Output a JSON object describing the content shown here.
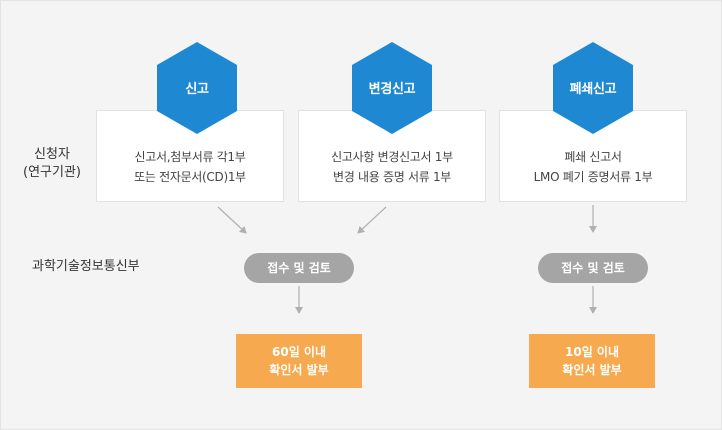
{
  "row_labels": {
    "applicant_line1": "신청자",
    "applicant_line2": "(연구기관)",
    "ministry": "과학기술정보통신부"
  },
  "columns": [
    {
      "hex_label": "신고",
      "box_line1": "신고서,첨부서류 각1부",
      "box_line2": "또는 전자문서(CD)1부"
    },
    {
      "hex_label": "변경신고",
      "box_line1": "신고사항 변경신고서 1부",
      "box_line2": "변경 내용 증명 서류 1부"
    },
    {
      "hex_label": "폐쇄신고",
      "box_line1": "폐쇄 신고서",
      "box_line2": "LMO 폐기 증명서류 1부"
    }
  ],
  "review": [
    {
      "label": "접수 및 검토"
    },
    {
      "label": "접수 및 검토"
    }
  ],
  "results": [
    {
      "line1": "60일 이내",
      "line2": "확인서 발부"
    },
    {
      "line1": "10일 이내",
      "line2": "확인서 발부"
    }
  ],
  "colors": {
    "hexagon": "#1e88d2",
    "review_pill": "#a5a5a5",
    "result_box": "#f6a94e",
    "arrow": "#b0b0b0"
  }
}
